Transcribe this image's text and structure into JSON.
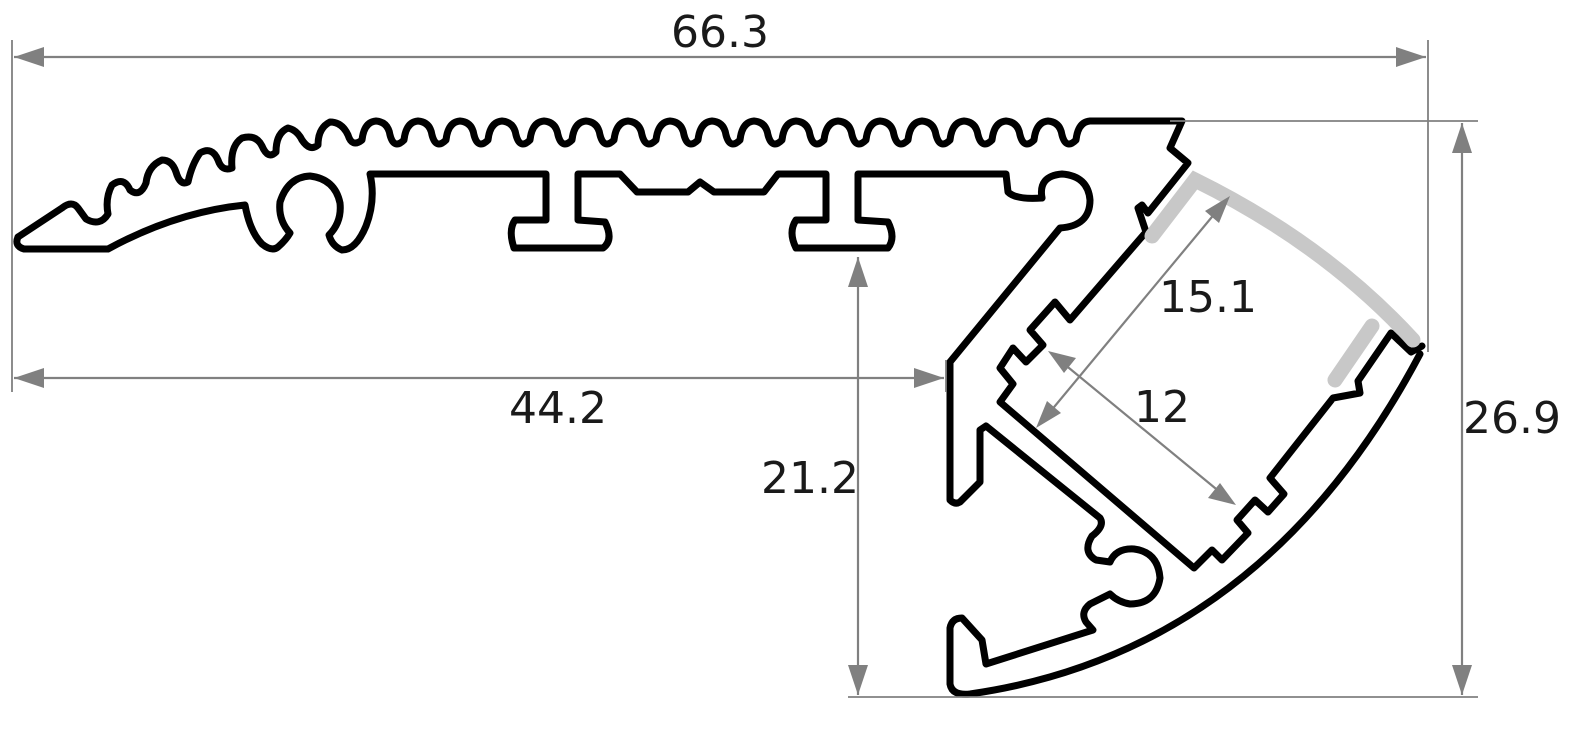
{
  "drawing": {
    "subject": "aluminium profile cross-section",
    "colors": {
      "profile": "#000000",
      "diffuser": "#c8c8c8",
      "dimension": "#808080",
      "text": "#1a1a1a"
    }
  },
  "dimensions": {
    "overall_width": "66.3",
    "partial_width": "44.2",
    "overall_height": "26.9",
    "partial_height": "21.2",
    "channel_diagonal": "15.1",
    "channel_width": "12"
  }
}
